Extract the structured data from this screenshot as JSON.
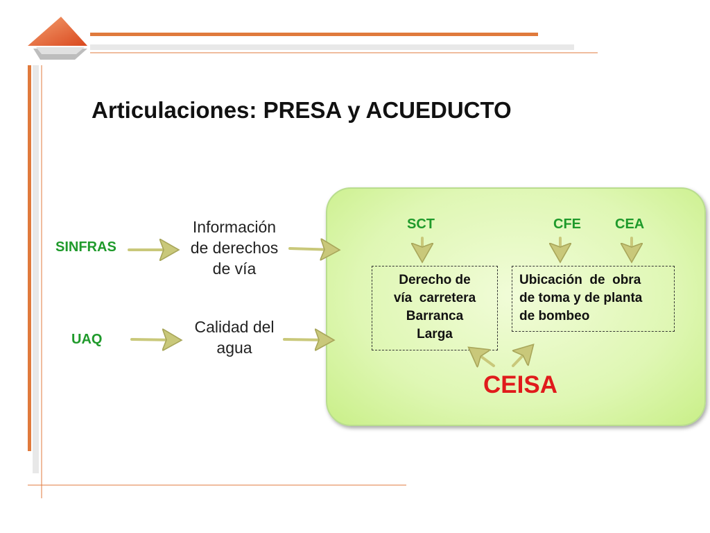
{
  "slide": {
    "title": "Articulaciones: PRESA y ACUEDUCTO"
  },
  "sources": {
    "sinfras": "SINFRAS",
    "uaq": "UAQ"
  },
  "info": {
    "derechos_line1": "Información",
    "derechos_line2": "de derechos",
    "derechos_line3": "de vía",
    "calidad_line1": "Calidad del",
    "calidad_line2": "agua"
  },
  "panel": {
    "sct": "SCT",
    "cfe": "CFE",
    "cea": "CEA",
    "derecho_box": [
      "Derecho de",
      "vía  carretera",
      "Barranca",
      "Larga"
    ],
    "ubicacion_box": [
      "Ubicación  de  obra",
      "de toma y de planta",
      "de bombeo"
    ],
    "ceisa": "CEISA"
  },
  "colors": {
    "accent_orange": "#e07a3c",
    "agency_green": "#1f9a2b",
    "ceisa_red": "#e01b1b",
    "arrow_olive": "#c9c87a",
    "panel_green": "#dff7b4"
  }
}
